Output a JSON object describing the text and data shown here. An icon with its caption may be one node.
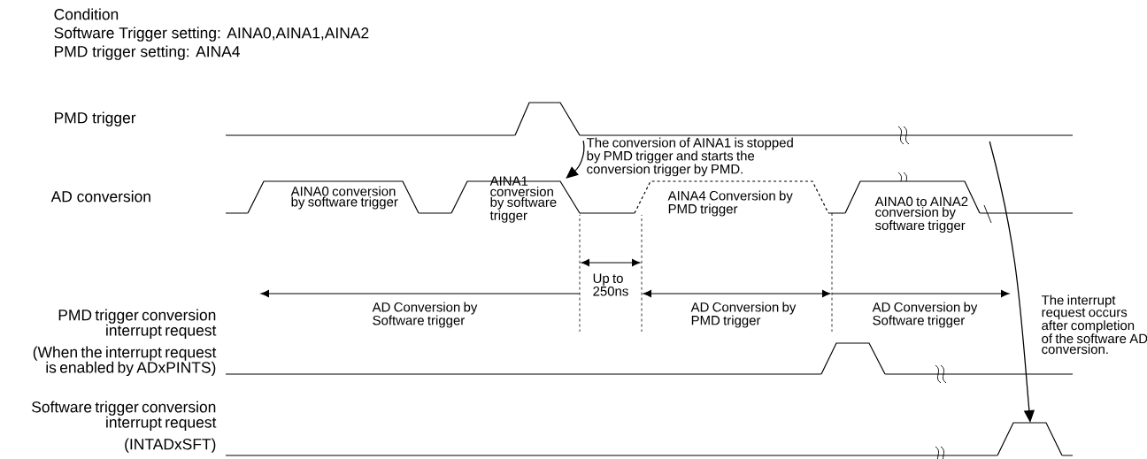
{
  "diagram": {
    "nodes": [
      {
        "text": [],
        "shape": "pulse"
      },
      {
        "text": [
          "AINA0 conversion by software trigger"
        ]
      },
      {
        "text": [
          "AINA1 conversion by software trigger"
        ]
      },
      {
        "text": [
          "AINA4 Conversion by PMD trigger"
        ]
      },
      {
        "text": [
          "AINA0 to AINA2 conversion by software trigger"
        ]
      },
      {
        "text": [],
        "shape": "pulse"
      },
      {
        "text": [],
        "shape": "pulse"
      }
    ],
    "edges": [
      {
        "from": 0,
        "to": 2,
        "arrow": "to"
      },
      {
        "from": 4,
        "to": 6,
        "arrow": "to"
      }
    ],
    "labels": [
      "Condition",
      "Software Trigger setting: AINA0,AINA1,AINA2",
      "PMD trigger setting: AINA4",
      "PMD trigger",
      "AD conversion",
      "The conversion of AINA1 is stopped by PMD trigger and starts the conversion trigger by PMD.",
      "Up to 250ns",
      "AD Conversion by Software trigger",
      "AD Conversion by PMD trigger",
      "AD Conversion by Software trigger",
      "PMD trigger conversion interrupt request",
      "(When the interrupt request is enabled by ADxPINTS)",
      "Software trigger conversion interrupt request",
      "(INTADxSFT)",
      "The interrupt request occurs after completion of the software AD conversion."
    ]
  }
}
